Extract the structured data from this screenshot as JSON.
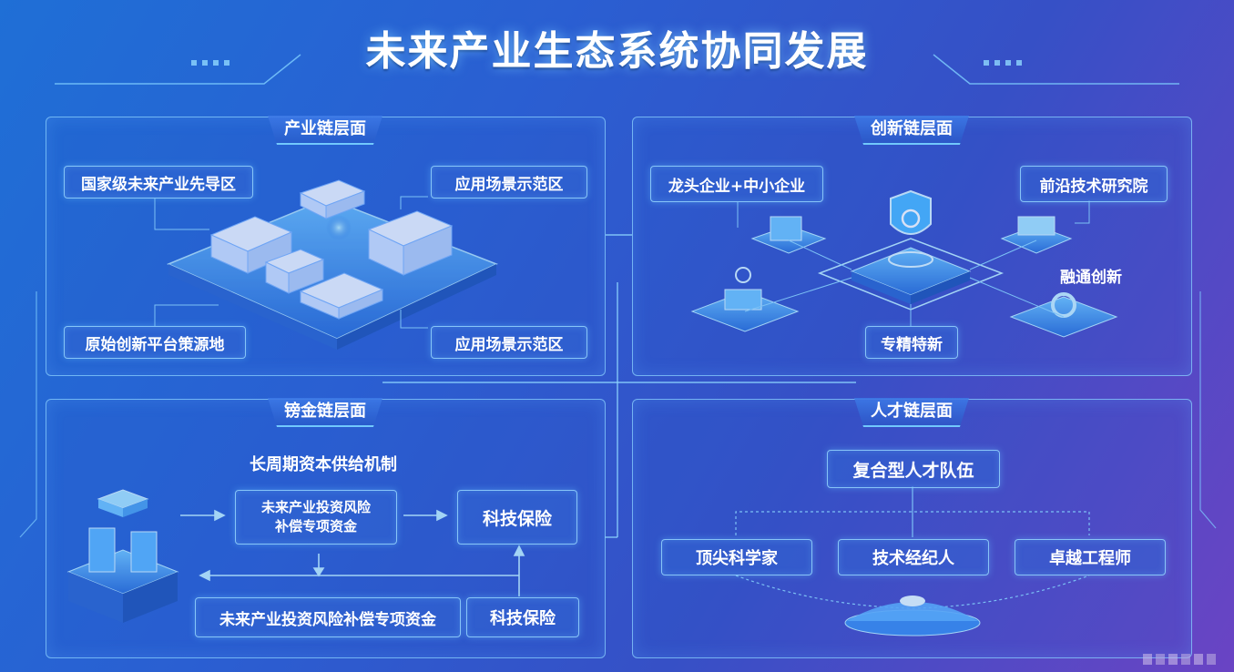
{
  "title": "未来产业生态系统协同发展",
  "panels": {
    "industry": {
      "title": "产业链层面",
      "items": [
        "国家级未来产业先导区",
        "应用场景示范区",
        "原始创新平台策源地",
        "应用场景示范区"
      ]
    },
    "innovation": {
      "title": "创新链层面",
      "items": [
        "龙头企业+中小企业",
        "前沿技术研究院",
        "融通创新",
        "专精特新"
      ]
    },
    "capital": {
      "title": "镑金链层面",
      "subtitle": "长周期资本供给机制",
      "fund": "未来产业投资风险\n补偿专项资金",
      "insurance1": "科技保险",
      "fund_long": "未来产业投资风险补偿专项资金",
      "insurance2": "科技保险"
    },
    "talent": {
      "title": "人才链层面",
      "top": "复合型人才队伍",
      "items": [
        "顶尖科学家",
        "技术经纪人",
        "卓越工程师"
      ]
    }
  },
  "colors": {
    "accent": "#8fd8ff",
    "panel_border": "#8cd2ff",
    "glow": "#5fd0ff"
  }
}
